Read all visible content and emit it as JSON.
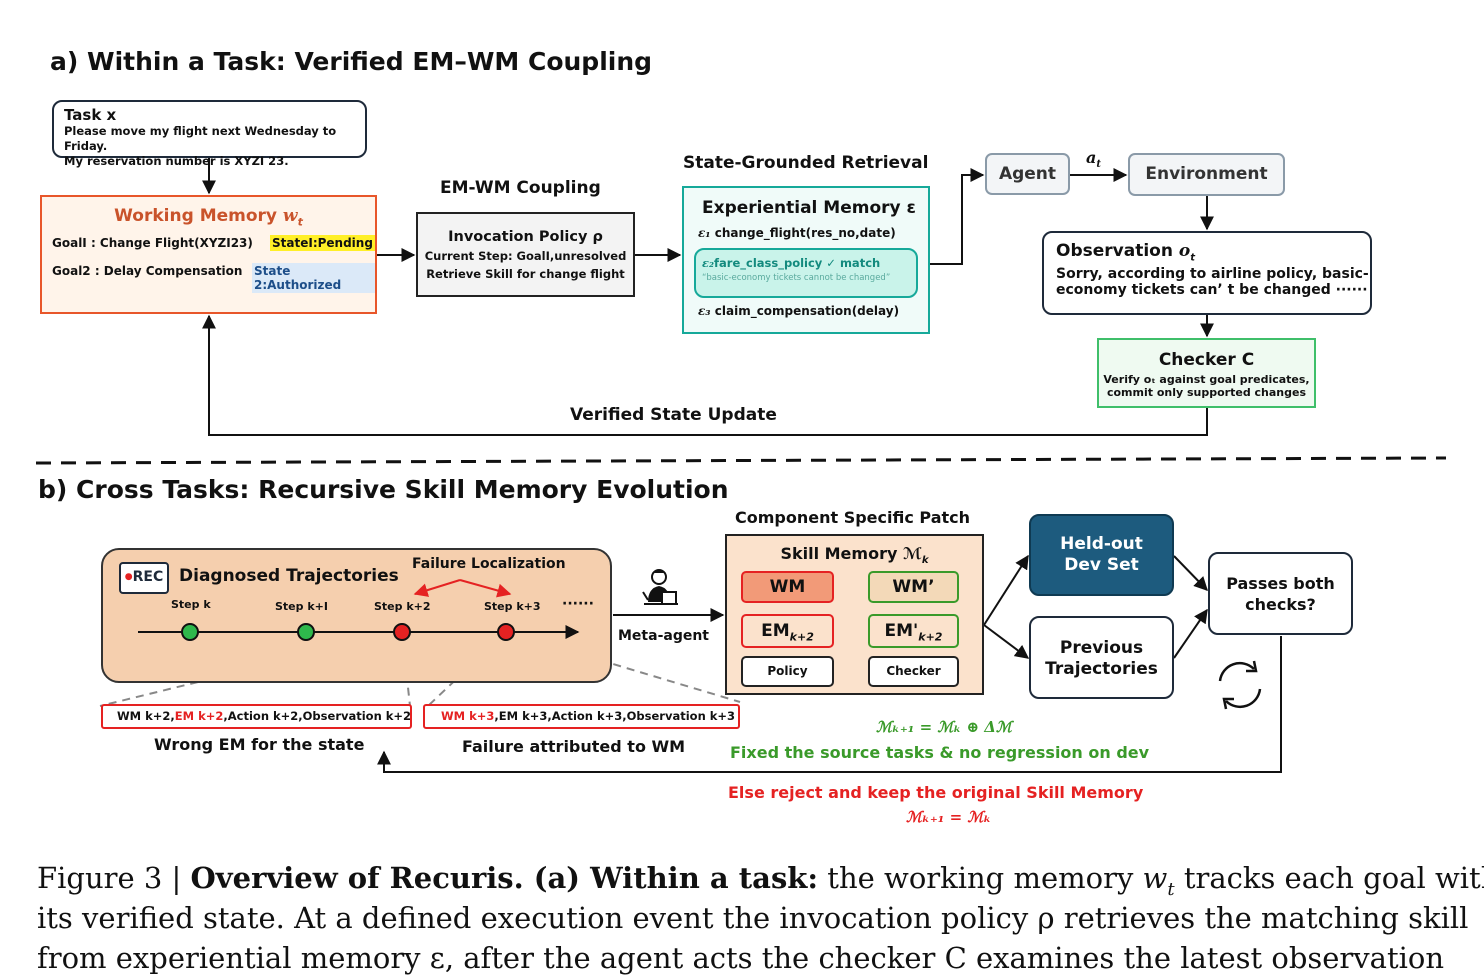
{
  "sec_a": {
    "title": "a) Within a Task: Verified EM–WM Coupling"
  },
  "task": {
    "title": "Task x",
    "line1": "Please move my flight next Wednesday to Friday.",
    "line2": "My reservation number is XYZΙ 23."
  },
  "wm": {
    "title": "Working Memory",
    "sym": "w",
    "sub": "t",
    "goal1": "GoalⅠ : Change Flight(XYZⅠ23)",
    "state1": "StateⅠ:Pending",
    "goal2": "Goal2 : Delay Compensation",
    "state2": "State 2:Authorized"
  },
  "coupling": {
    "label": "EM-WM Coupling",
    "title": "Invocation Policy ρ",
    "line1": "Current Step: GoalⅠ,unresolved",
    "line2": "Retrieve Skill for change flight"
  },
  "retrieval": {
    "label": "State-Grounded Retrieval",
    "title": "Experiential Memory ε",
    "e1": "change_flight(res_no,date)",
    "e2": "fare_class_policy ✓ match",
    "e2_quote": "“basic-economy tickets cannot be changed”",
    "e3": "claim_compensation(delay)"
  },
  "agent": "Agent",
  "action": "a",
  "action_sub": "t",
  "environment": "Environment",
  "observation": {
    "title": "Observation",
    "sym": "o",
    "sub": "t",
    "line1": "Sorry, according to airline policy, basic-",
    "line2": "economy tickets can’ t be changed ······"
  },
  "checker": {
    "title": "Checker C",
    "line1": "Verify oₜ against goal predicates,",
    "line2": "commit only supported changes"
  },
  "verified_update": "Verified State Update",
  "sec_b": {
    "title": "b) Cross Tasks: Recursive Skill Memory Evolution"
  },
  "traj": {
    "rec": "REC",
    "title": "Diagnosed Trajectories",
    "failure": "Failure Localization",
    "steps": [
      "Step k",
      "Step k+Ⅰ",
      "Step k+2",
      "Step k+3"
    ],
    "dots": "······"
  },
  "meta_agent": "Meta-agent",
  "patch": {
    "label": "Component Specific Patch",
    "title": "Skill Memory ℳ",
    "title_sub": "k",
    "wm": "WM",
    "wm2": "WM’",
    "em": "EM",
    "em_sub": "k+2",
    "em2": "EM'",
    "em2_sub": "k+2",
    "policy": "Policy",
    "checker": "Checker"
  },
  "heldout": {
    "line1": "Held-out",
    "line2": "Dev Set"
  },
  "previous": {
    "line1": "Previous",
    "line2": "Trajectories"
  },
  "passes": {
    "line1": "Passes both",
    "line2": "checks?"
  },
  "rec1": {
    "wm": "WM k+2,",
    "em": "EM k+2",
    "rest": ",Action k+2,Observation k+2",
    "caption": "Wrong EM for the state"
  },
  "rec2": {
    "wm": "WM k+3",
    "rest": ",EM k+3,Action k+3,Observation k+3",
    "caption": "Failure attributed to WM"
  },
  "update_eq": "ℳₖ₊₁ = ℳₖ ⊕ Δℳ",
  "update_text": "Fixed the source tasks & no regression on dev",
  "reject_text": "Else reject and keep the original Skill Memory",
  "reject_eq": "ℳₖ₊₁ = ℳₖ",
  "caption": {
    "line1_prefix": "Figure 3 | ",
    "line1_bold": "Overview of Recuris. (a) Within a task:",
    "line1_rest": " the working memory ",
    "line1_sym": "w",
    "line1_sub": "t",
    "line1_end": " tracks each goal with",
    "line2": "its verified state. At a defined execution event the invocation policy ρ retrieves the matching skill",
    "line3": "from experiential memory ε, after the agent acts the checker C examines the latest observation"
  },
  "colors": {
    "wm_border": "#e8562a",
    "wm_bg": "#fff4ea",
    "teal": "#16a99a",
    "green": "#3fbf6a",
    "navy": "#1d5b7e",
    "red": "#e52222",
    "peach": "#f5cfae",
    "lime": "#3a9a2a"
  }
}
